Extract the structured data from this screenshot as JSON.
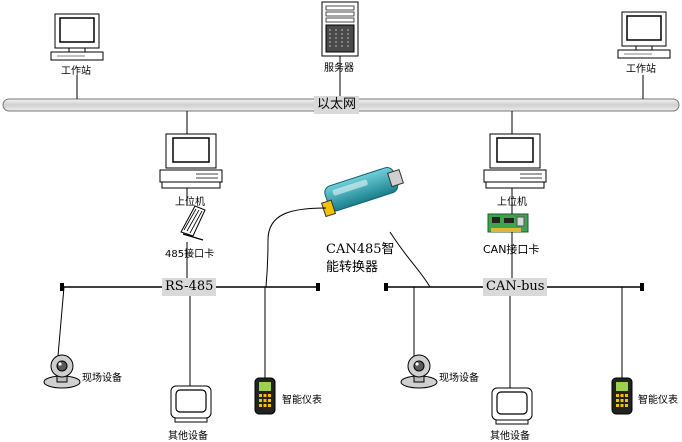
{
  "labels": {
    "workstation_left": "工作站",
    "server": "服务器",
    "workstation_right": "工作站",
    "ethernet": "以太网",
    "host_left": "上位机",
    "host_right": "上位机",
    "card_485": "485接口卡",
    "can_card": "CAN接口卡",
    "converter_line1": "CAN485智",
    "converter_line2": "能转换器",
    "rs485_bus": "RS-485",
    "canbus": "CAN-bus",
    "field_device_left": "现场设备",
    "field_device_right": "现场设备",
    "other_device_left": "其他设备",
    "other_device_right": "其他设备",
    "smart_meter_left": "智能仪表",
    "smart_meter_right": "智能仪表"
  },
  "colors": {
    "ethernet_bus": "#dcdcdc",
    "bus_label_bg": "#d9d9d9",
    "converter": "#2aa7b5",
    "can_card_pcb": "#3fa34d",
    "meter_body": "#222222",
    "meter_keys": "#f2c200"
  }
}
